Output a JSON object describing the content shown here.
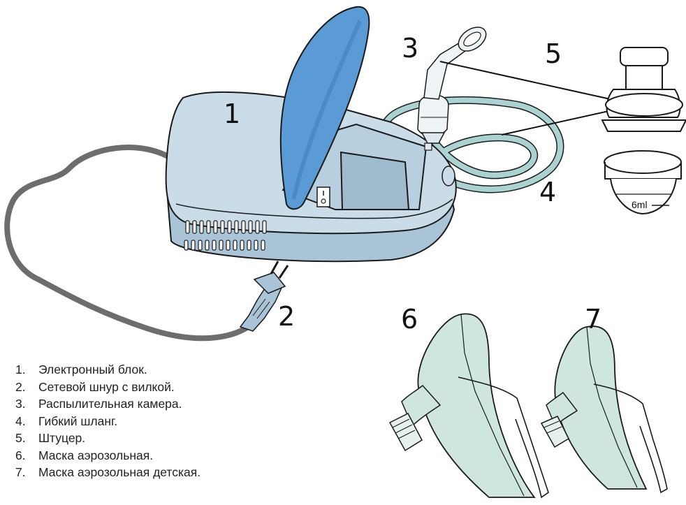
{
  "colors": {
    "outline": "#1a1a1a",
    "body_fill": "#c9dce8",
    "body_shade": "#a9c4d6",
    "lid_fill": "#5b9bd5",
    "tube": "#a9d2d0",
    "cord": "#6d6d6d",
    "mask_fill": "#cfe6e0"
  },
  "callouts": {
    "c1": "1",
    "c2": "2",
    "c3": "3",
    "c4": "4",
    "c5": "5",
    "c6": "6",
    "c7": "7"
  },
  "cup_scale_label": "6ml",
  "legend": [
    {
      "num": "1.",
      "text": "Электронный блок."
    },
    {
      "num": "2.",
      "text": "Сетевой шнур с вилкой."
    },
    {
      "num": "3.",
      "text": "Распылительная камера."
    },
    {
      "num": "4.",
      "text": "Гибкий шланг."
    },
    {
      "num": "5.",
      "text": "Штуцер."
    },
    {
      "num": "6.",
      "text": "Маска аэрозольная."
    },
    {
      "num": "7.",
      "text": "Маска аэрозольная детская."
    }
  ]
}
